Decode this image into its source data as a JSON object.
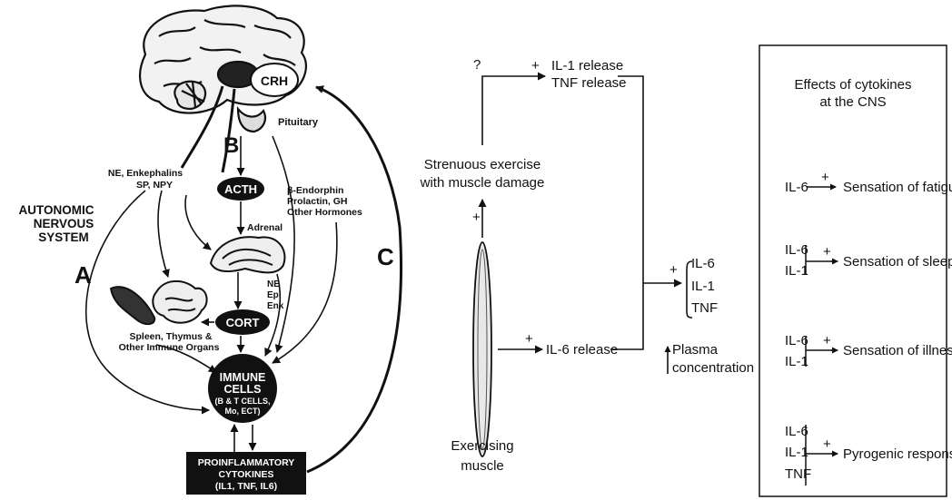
{
  "left": {
    "crh": "CRH",
    "pitu": "Pituitary",
    "b": "B",
    "acth": "ACTH",
    "ne1": "NE, Enkephalins",
    "ne2": "SP, NPY",
    "ans1": "AUTONOMIC",
    "ans2": "NERVOUS",
    "ans3": "SYSTEM",
    "end1": "β-Endorphin",
    "end2": "Prolactin, GH",
    "end3": "Other Hormones",
    "adrenal": "Adrenal",
    "a": "A",
    "c": "C",
    "neepi1": "NE",
    "neepi2": "Epi",
    "neepi3": "Enk",
    "cort": "CORT",
    "spl1": "Spleen, Thymus &",
    "spl2": "Other Immune Organs",
    "imm1": "IMMUNE",
    "imm2": "CELLS",
    "imm3": "(B & T CELLS,",
    "imm4": "Mo, ECT)",
    "pro1": "PROINFLAMMATORY",
    "pro2": "CYTOKINES",
    "pro3": "(IL1, TNF, IL6)"
  },
  "middle": {
    "q": "?",
    "plus1": "+",
    "il1": "IL-1 release",
    "tnf": "TNF release",
    "stren1": "Strenuous exercise",
    "stren2": "with muscle damage",
    "plus2": "+",
    "plus3": "+",
    "il6rel": "IL-6 release",
    "ex1": "Exercising",
    "ex2": "muscle",
    "plus4": "+",
    "b1": "IL-6",
    "b2": "IL-1",
    "b3": "TNF",
    "plasma1": "Plasma",
    "plasma2": "concentration"
  },
  "right": {
    "title1": "Effects of cytokines",
    "title2": "at the CNS",
    "r1a": "IL-6",
    "r1p": "+",
    "r1e": "Sensation of fatigue",
    "r2a": "IL-6",
    "r2b": "IL-1",
    "r2p": "+",
    "r2e": "Sensation of sleep",
    "r3a": "IL-6",
    "r3b": "IL-1",
    "r3p": "+",
    "r3e": "Sensation of illness",
    "r4a": "IL-6",
    "r4b": "IL-1",
    "r4c": "TNF",
    "r4p": "+",
    "r4e": "Pyrogenic response"
  }
}
